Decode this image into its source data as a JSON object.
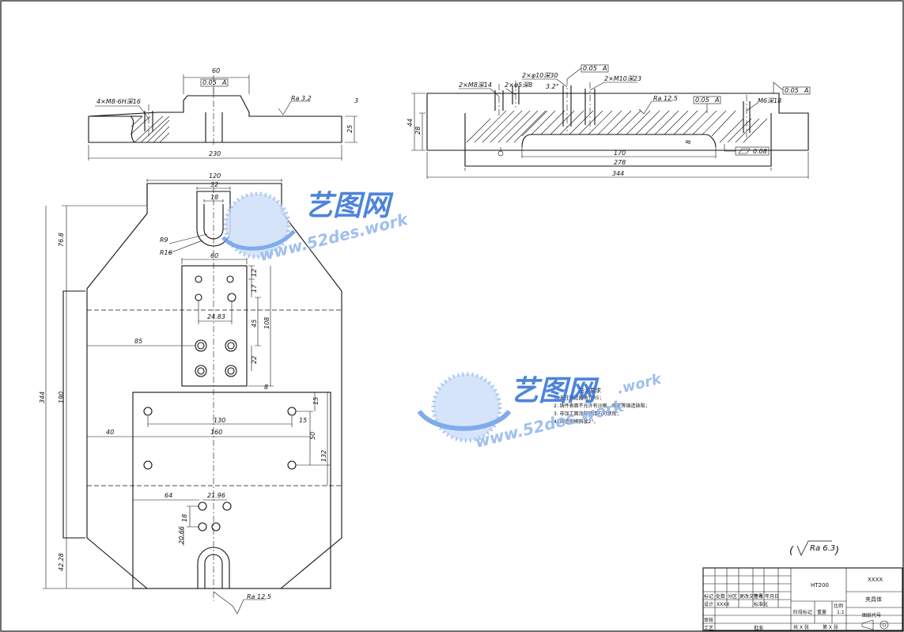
{
  "drawing": {
    "front_view": {
      "dims": [
        "60",
        "230",
        "25",
        "3"
      ],
      "holes_note": "4×M8-6H深16",
      "roughness": "Ra 3.2",
      "tolerance": "0.05",
      "datum": "A"
    },
    "side_view": {
      "dims": [
        "44",
        "28",
        "170",
        "278",
        "344",
        "8"
      ],
      "note_m8": "2×M8深14",
      "note_phi5": "2×φ5深8",
      "note_phi10": "2×φ10深30",
      "note_m10": "2×M10深23",
      "note_m6": "M6深18",
      "angle": "3.2°",
      "roughness": "Ra 12.5",
      "tolerance1": "0.05",
      "tolerance2": "0.05",
      "tolerance3": "0.05",
      "flatness": "0.08",
      "datum": "A"
    },
    "plan_view": {
      "dims_top": [
        "120",
        "32",
        "18"
      ],
      "r9": "R9",
      "r16": "R16",
      "d_76_8": "76.8",
      "d_344": "344",
      "d_190": "190",
      "d_42_28": "42.28",
      "d_60": "60",
      "d_12": "12",
      "d_17": "17",
      "d_24_83": "24.83",
      "d_45": "45",
      "d_108": "108",
      "d_85": "85",
      "d_22": "22",
      "d_8": "8",
      "d_15a": "15",
      "d_130": "130",
      "d_15b": "15",
      "d_160": "160",
      "d_40": "40",
      "d_50": "50",
      "d_132": "132",
      "d_64": "64",
      "d_21_96": "21.96",
      "d_18": "18",
      "d_20_66": "20.66",
      "roughness": "Ra 12.5"
    },
    "tech_req": {
      "title": "技术要求",
      "items": [
        "1. 未注铸造圆角为R5；",
        "2. 铸件表面不允许有沙眼、缩孔等铸造缺陷；",
        "3. 非加工面涂防锈漆方可使用；",
        "4. 铸造拔模斜度2°。"
      ]
    },
    "general_roughness": "Ra 6.3",
    "title_block": {
      "material": "HT200",
      "part_name": "XXXX",
      "drawing_title": "夹具体",
      "scale": "1:1",
      "drawing_no_label": "图纸代号",
      "labels": [
        "标记",
        "处数",
        "分区",
        "更改文件号",
        "签名",
        "年月日",
        "设计",
        "XXXX",
        "标准化",
        "审核",
        "工艺",
        "批准",
        "阶段标记",
        "重量",
        "比例",
        "共 X 张",
        "第 X 张"
      ]
    },
    "watermark": {
      "cn": "艺图网",
      "url": "www.52des.work",
      "url_partial": ".work"
    }
  }
}
